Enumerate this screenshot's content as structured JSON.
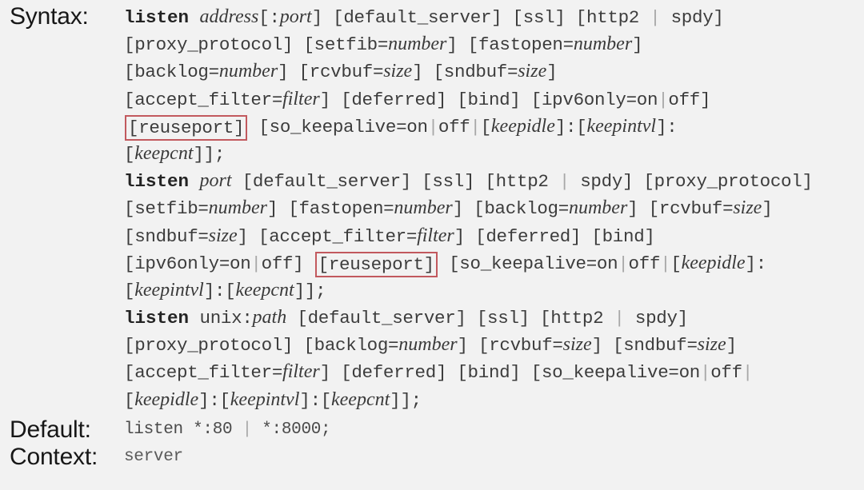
{
  "page": {
    "background_color": "#f2f2f2",
    "highlight_box_color": "#c2595e",
    "text_color": "#3c3c3c"
  },
  "directive": {
    "labels": {
      "syntax": "Syntax:",
      "default": "Default:",
      "context": "Context:"
    },
    "syntax_lines": [
      [
        {
          "t": "listen ",
          "s": "kw"
        },
        {
          "t": "address",
          "s": "var"
        },
        {
          "t": "[:",
          "s": "plain"
        },
        {
          "t": "port",
          "s": "var"
        },
        {
          "t": "] [default_server] [ssl] [http2 ",
          "s": "plain"
        },
        {
          "t": "|",
          "s": "pipe"
        },
        {
          "t": " spdy]",
          "s": "plain"
        }
      ],
      [
        {
          "t": "[proxy_protocol] [setfib=",
          "s": "plain"
        },
        {
          "t": "number",
          "s": "var"
        },
        {
          "t": "] [fastopen=",
          "s": "plain"
        },
        {
          "t": "number",
          "s": "var"
        },
        {
          "t": "]",
          "s": "plain"
        }
      ],
      [
        {
          "t": "[backlog=",
          "s": "plain"
        },
        {
          "t": "number",
          "s": "var"
        },
        {
          "t": "] [rcvbuf=",
          "s": "plain"
        },
        {
          "t": "size",
          "s": "var"
        },
        {
          "t": "] [sndbuf=",
          "s": "plain"
        },
        {
          "t": "size",
          "s": "var"
        },
        {
          "t": "]",
          "s": "plain"
        }
      ],
      [
        {
          "t": "[accept_filter=",
          "s": "plain"
        },
        {
          "t": "filter",
          "s": "var"
        },
        {
          "t": "] [deferred] [bind] [ipv6only=on",
          "s": "plain"
        },
        {
          "t": "|",
          "s": "pipe"
        },
        {
          "t": "off]",
          "s": "plain"
        }
      ],
      [
        {
          "t": "[reuseport]",
          "s": "boxed"
        },
        {
          "t": " [so_keepalive=on",
          "s": "plain"
        },
        {
          "t": "|",
          "s": "pipe"
        },
        {
          "t": "off",
          "s": "plain"
        },
        {
          "t": "|",
          "s": "pipe"
        },
        {
          "t": "[",
          "s": "plain"
        },
        {
          "t": "keepidle",
          "s": "var"
        },
        {
          "t": "]:[",
          "s": "plain"
        },
        {
          "t": "keepintvl",
          "s": "var"
        },
        {
          "t": "]:",
          "s": "plain"
        }
      ],
      [
        {
          "t": "[",
          "s": "plain"
        },
        {
          "t": "keepcnt",
          "s": "var"
        },
        {
          "t": "]];",
          "s": "plain"
        }
      ],
      [
        {
          "t": "listen ",
          "s": "kw"
        },
        {
          "t": "port",
          "s": "var"
        },
        {
          "t": " [default_server] [ssl] [http2 ",
          "s": "plain"
        },
        {
          "t": "|",
          "s": "pipe"
        },
        {
          "t": " spdy] [proxy_protocol]",
          "s": "plain"
        }
      ],
      [
        {
          "t": "[setfib=",
          "s": "plain"
        },
        {
          "t": "number",
          "s": "var"
        },
        {
          "t": "] [fastopen=",
          "s": "plain"
        },
        {
          "t": "number",
          "s": "var"
        },
        {
          "t": "] [backlog=",
          "s": "plain"
        },
        {
          "t": "number",
          "s": "var"
        },
        {
          "t": "] [rcvbuf=",
          "s": "plain"
        },
        {
          "t": "size",
          "s": "var"
        },
        {
          "t": "]",
          "s": "plain"
        }
      ],
      [
        {
          "t": "[sndbuf=",
          "s": "plain"
        },
        {
          "t": "size",
          "s": "var"
        },
        {
          "t": "] [accept_filter=",
          "s": "plain"
        },
        {
          "t": "filter",
          "s": "var"
        },
        {
          "t": "] [deferred] [bind]",
          "s": "plain"
        }
      ],
      [
        {
          "t": "[ipv6only=on",
          "s": "plain"
        },
        {
          "t": "|",
          "s": "pipe"
        },
        {
          "t": "off] ",
          "s": "plain"
        },
        {
          "t": "[reuseport]",
          "s": "boxed"
        },
        {
          "t": " [so_keepalive=on",
          "s": "plain"
        },
        {
          "t": "|",
          "s": "pipe"
        },
        {
          "t": "off",
          "s": "plain"
        },
        {
          "t": "|",
          "s": "pipe"
        },
        {
          "t": "[",
          "s": "plain"
        },
        {
          "t": "keepidle",
          "s": "var"
        },
        {
          "t": "]:",
          "s": "plain"
        }
      ],
      [
        {
          "t": "[",
          "s": "plain"
        },
        {
          "t": "keepintvl",
          "s": "var"
        },
        {
          "t": "]:[",
          "s": "plain"
        },
        {
          "t": "keepcnt",
          "s": "var"
        },
        {
          "t": "]];",
          "s": "plain"
        }
      ],
      [
        {
          "t": "listen ",
          "s": "kw"
        },
        {
          "t": "unix:",
          "s": "plain"
        },
        {
          "t": "path",
          "s": "var"
        },
        {
          "t": " [default_server] [ssl] [http2 ",
          "s": "plain"
        },
        {
          "t": "|",
          "s": "pipe"
        },
        {
          "t": " spdy]",
          "s": "plain"
        }
      ],
      [
        {
          "t": "[proxy_protocol] [backlog=",
          "s": "plain"
        },
        {
          "t": "number",
          "s": "var"
        },
        {
          "t": "] [rcvbuf=",
          "s": "plain"
        },
        {
          "t": "size",
          "s": "var"
        },
        {
          "t": "] [sndbuf=",
          "s": "plain"
        },
        {
          "t": "size",
          "s": "var"
        },
        {
          "t": "]",
          "s": "plain"
        }
      ],
      [
        {
          "t": "[accept_filter=",
          "s": "plain"
        },
        {
          "t": "filter",
          "s": "var"
        },
        {
          "t": "] [deferred] [bind] [so_keepalive=on",
          "s": "plain"
        },
        {
          "t": "|",
          "s": "pipe"
        },
        {
          "t": "off",
          "s": "plain"
        },
        {
          "t": "|",
          "s": "pipe"
        }
      ],
      [
        {
          "t": "[",
          "s": "plain"
        },
        {
          "t": "keepidle",
          "s": "var"
        },
        {
          "t": "]:[",
          "s": "plain"
        },
        {
          "t": "keepintvl",
          "s": "var"
        },
        {
          "t": "]:[",
          "s": "plain"
        },
        {
          "t": "keepcnt",
          "s": "var"
        },
        {
          "t": "]];",
          "s": "plain"
        }
      ]
    ],
    "default_lines": [
      [
        {
          "t": "listen *:80 ",
          "s": "plain"
        },
        {
          "t": "|",
          "s": "pipe"
        },
        {
          "t": " *:8000;",
          "s": "plain"
        }
      ]
    ],
    "context_lines": [
      [
        {
          "t": "server",
          "s": "plain"
        }
      ]
    ]
  }
}
